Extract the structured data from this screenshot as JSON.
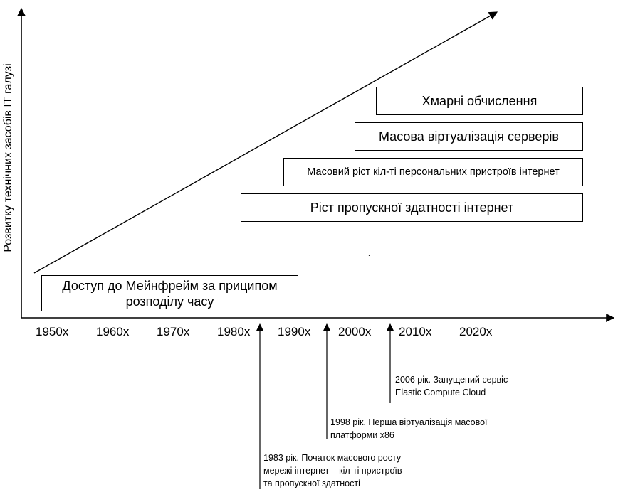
{
  "y_axis_label": "Розвитку технічних засобів ІТ галузі",
  "x_axis": {
    "decades": [
      "1950х",
      "1960х",
      "1970х",
      "1980х",
      "1990х",
      "2000х",
      "2010х",
      "2020х"
    ]
  },
  "boxes": {
    "mainframe": {
      "line1": "Доступ до Мейнфрейм за прицип",
      "line1_end": "ом",
      "line2": "розподілу часу"
    },
    "bandwidth": "Ріст пропускної здатності інтернет",
    "personal_devices": "Масовий ріст  кіл-ті персональних пристроїв інтернет",
    "virtualization": "Масова  віртуалізація  серверів",
    "cloud": "Хмарні обчислення"
  },
  "milestones": {
    "y2006": {
      "line1": "2006 рік. Запущений сервіс",
      "line2": "Elastic Compute Cloud"
    },
    "y1998": {
      "line1": "1998 рік. Перша віртуалізація масової",
      "line2": "платформи х86"
    },
    "y1983": {
      "line1": "1983 рік. Початок масового росту",
      "line2": "мережі інтернет – кіл-ті пристроїв",
      "line3": "та пропускної здатності"
    }
  },
  "stray_mark": "."
}
